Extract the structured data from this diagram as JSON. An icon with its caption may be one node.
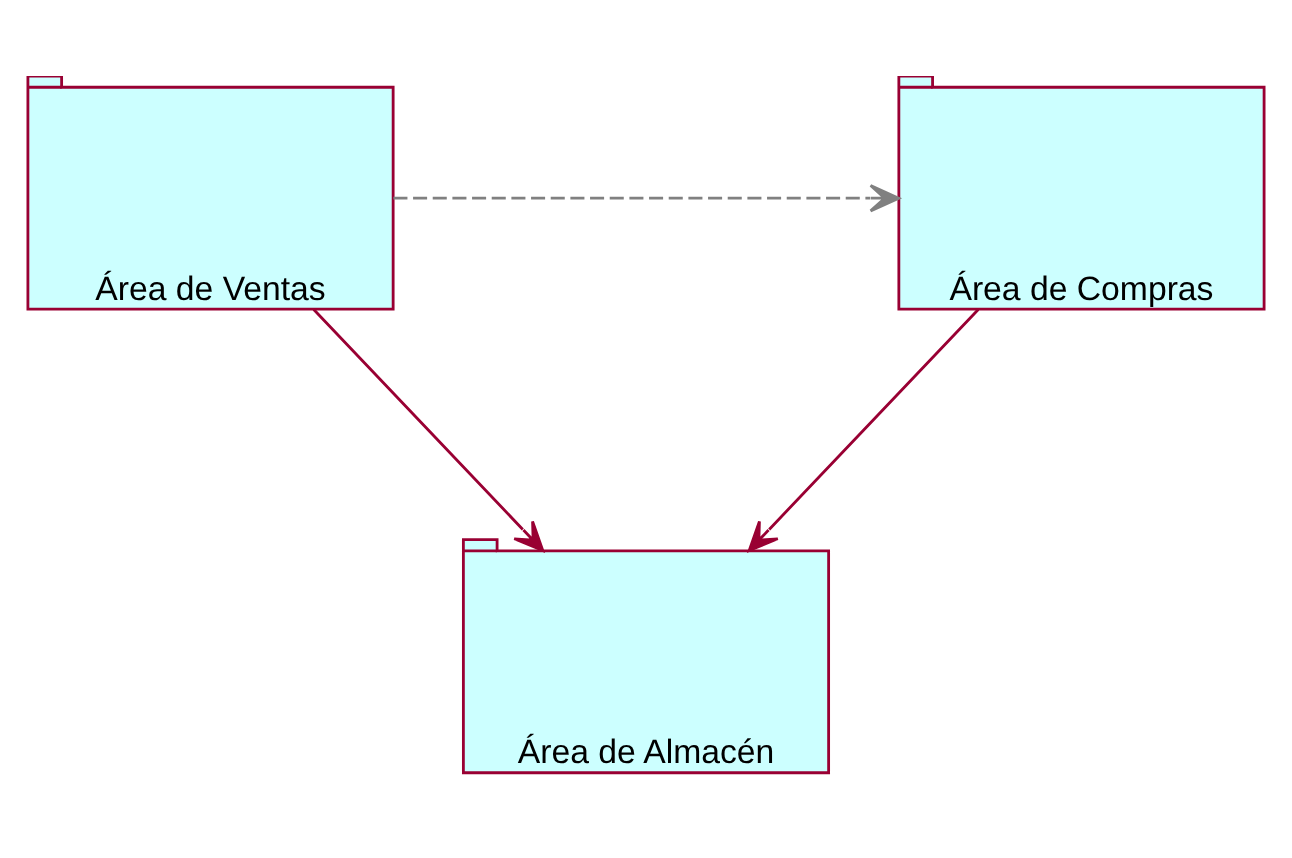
{
  "diagram": {
    "nodes": [
      {
        "text": [
          "Área de Ventas"
        ]
      },
      {
        "text": [
          "Área de Compras"
        ]
      },
      {
        "text": [
          "Área de Almacén"
        ]
      }
    ],
    "edges": [
      {
        "from": 0,
        "to": 1,
        "arrow": "to",
        "style": "dashed",
        "color": "#808080"
      },
      {
        "from": 0,
        "to": 2,
        "arrow": "to"
      },
      {
        "from": 1,
        "to": 2,
        "arrow": "to"
      }
    ]
  }
}
